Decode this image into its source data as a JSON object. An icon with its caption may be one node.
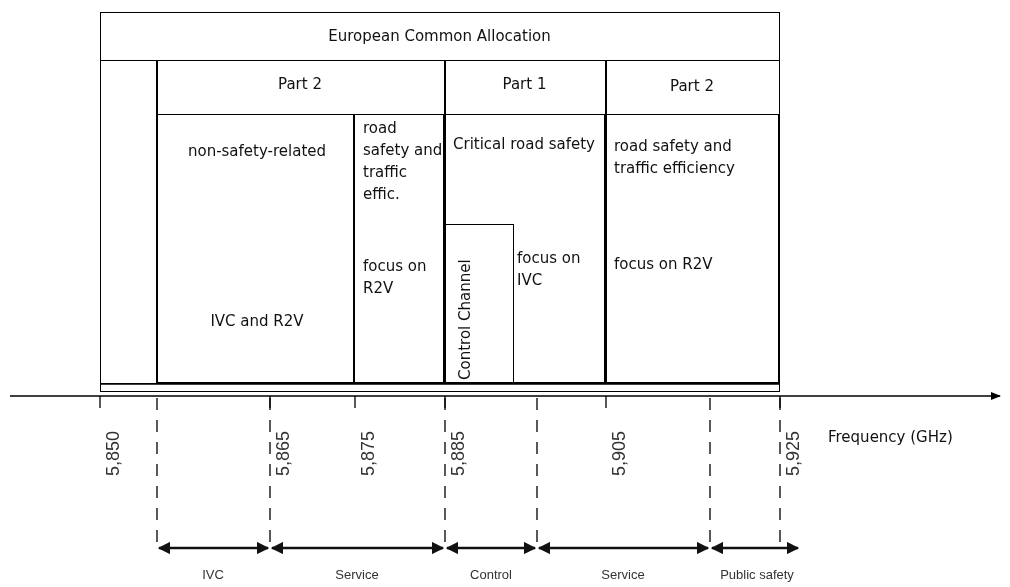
{
  "diagram": {
    "nodes": [
      {
        "text": [
          "European Common Allocation"
        ]
      },
      {
        "text": [],
        "shape": "box",
        "in": 0
      },
      {
        "text": [
          "Part 2"
        ],
        "in": 0
      },
      {
        "text": [
          "non-safety-related",
          "IVC and R2V"
        ],
        "in": 2
      },
      {
        "text": [
          "road safety and traffic effic.",
          "focus on R2V"
        ],
        "in": 2
      },
      {
        "text": [
          "Part 1"
        ],
        "in": 0
      },
      {
        "text": [
          "Critical road safety",
          "focus on IVC"
        ],
        "in": 5
      },
      {
        "text": [
          "Control Channel"
        ],
        "in": 6
      },
      {
        "text": [
          "Part 2"
        ],
        "in": 0
      },
      {
        "text": [
          "road safety and traffic efficiency",
          "focus on R2V"
        ],
        "in": 8
      }
    ],
    "edges": [],
    "labels": [
      "Frequency (GHz)",
      "5,850",
      "5,865",
      "5,875",
      "5,885",
      "5,905",
      "5,925",
      "IVC",
      "Service",
      "Control",
      "Service",
      "Public safety"
    ]
  }
}
